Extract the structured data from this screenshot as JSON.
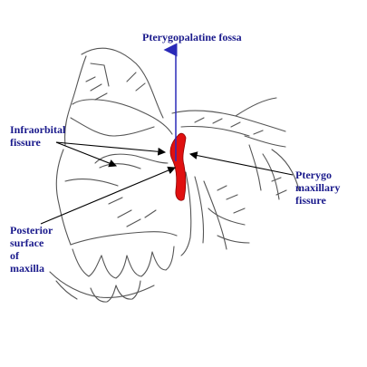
{
  "labels": {
    "pterygopalatine_fossa": "Pterygopalatine fossa",
    "infraorbital": [
      "Infraorbital",
      "fissure"
    ],
    "pterygomaxillary": [
      "Pterygo",
      "maxillary",
      "fissure"
    ],
    "posterior_surface": [
      "Posterior",
      "surface",
      "of",
      "maxilla"
    ]
  },
  "colors": {
    "label_text": "#1a1a8c",
    "arrow": "#2a2ab8",
    "highlight": "#e01010",
    "sketch": "#555555",
    "leader": "#000000"
  },
  "icons": [
    "skull-sketch",
    "upward-arrow",
    "leader-arrow"
  ]
}
